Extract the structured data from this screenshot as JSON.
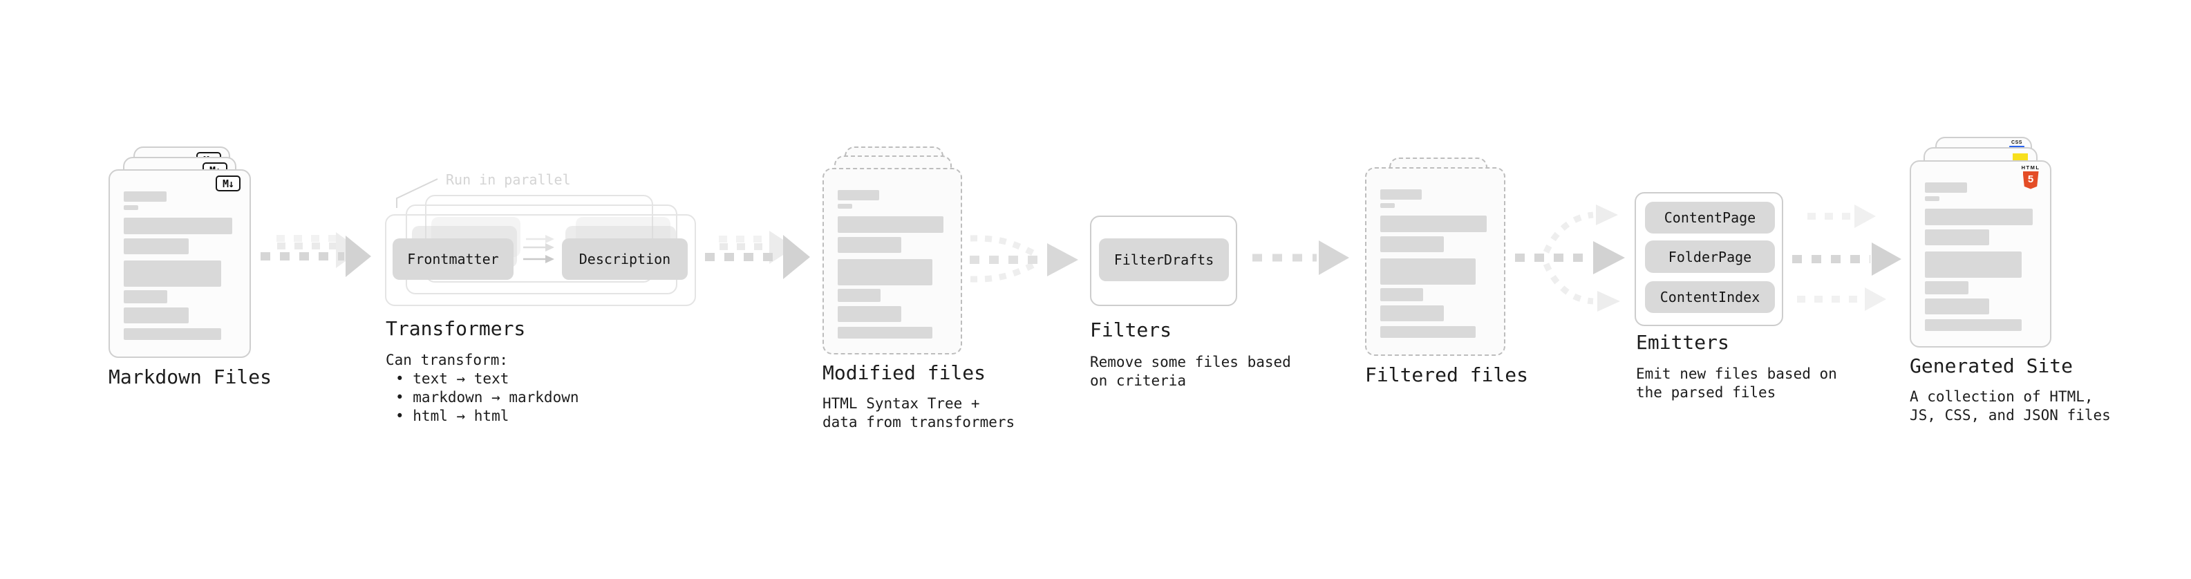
{
  "stages": {
    "markdown": {
      "label": "Markdown Files"
    },
    "transformers": {
      "label": "Transformers",
      "note": "Run in parallel",
      "button_frontmatter": "Frontmatter",
      "button_description": "Description",
      "desc": {
        "line1": "Can transform:",
        "line2": "• text → text",
        "line3": "• markdown → markdown",
        "line4": "• html → html"
      }
    },
    "modified": {
      "label": "Modified files",
      "desc": {
        "line1": "HTML Syntax Tree +",
        "line2": "data from transformers"
      }
    },
    "filters": {
      "label": "Filters",
      "button_filterdrafts": "FilterDrafts",
      "desc": {
        "line1": "Remove some files based",
        "line2": "on criteria"
      }
    },
    "filtered": {
      "label": "Filtered files"
    },
    "emitters": {
      "label": "Emitters",
      "button_contentpage": "ContentPage",
      "button_folderpage": "FolderPage",
      "button_contentindex": "ContentIndex",
      "desc": {
        "line1": "Emit new files based on",
        "line2": "the parsed files"
      }
    },
    "generated": {
      "label": "Generated Site",
      "desc": {
        "line1": "A collection of HTML,",
        "line2": "JS, CSS, and JSON files"
      }
    }
  },
  "icons": {
    "markdown": "M↓",
    "html5_text": "HTML",
    "html5_five": "5",
    "css_text": "CSS"
  },
  "colors": {
    "accent_html5": "#e44d26",
    "accent_js": "#f7df1e",
    "accent_css": "#2962ef",
    "button_bg": "#d9d9d9",
    "bar": "#d9d9d9",
    "arrow_main": "#d4d4d4",
    "arrow_ghost": "#ededed"
  },
  "decor": {
    "bar_rows": [
      {
        "w": 38,
        "h": 15,
        "gap": 5
      },
      {
        "w": 13,
        "h": 7,
        "gap": 11
      },
      {
        "w": 97,
        "h": 24,
        "gap": 6
      },
      {
        "w": 58,
        "h": 23,
        "gap": 9
      },
      {
        "w": 87,
        "h": 38,
        "gap": 5
      },
      {
        "w": 39,
        "h": 19,
        "gap": 6
      },
      {
        "w": 58,
        "h": 23,
        "gap": 7
      },
      {
        "w": 87,
        "h": 17,
        "gap": 0
      }
    ]
  }
}
